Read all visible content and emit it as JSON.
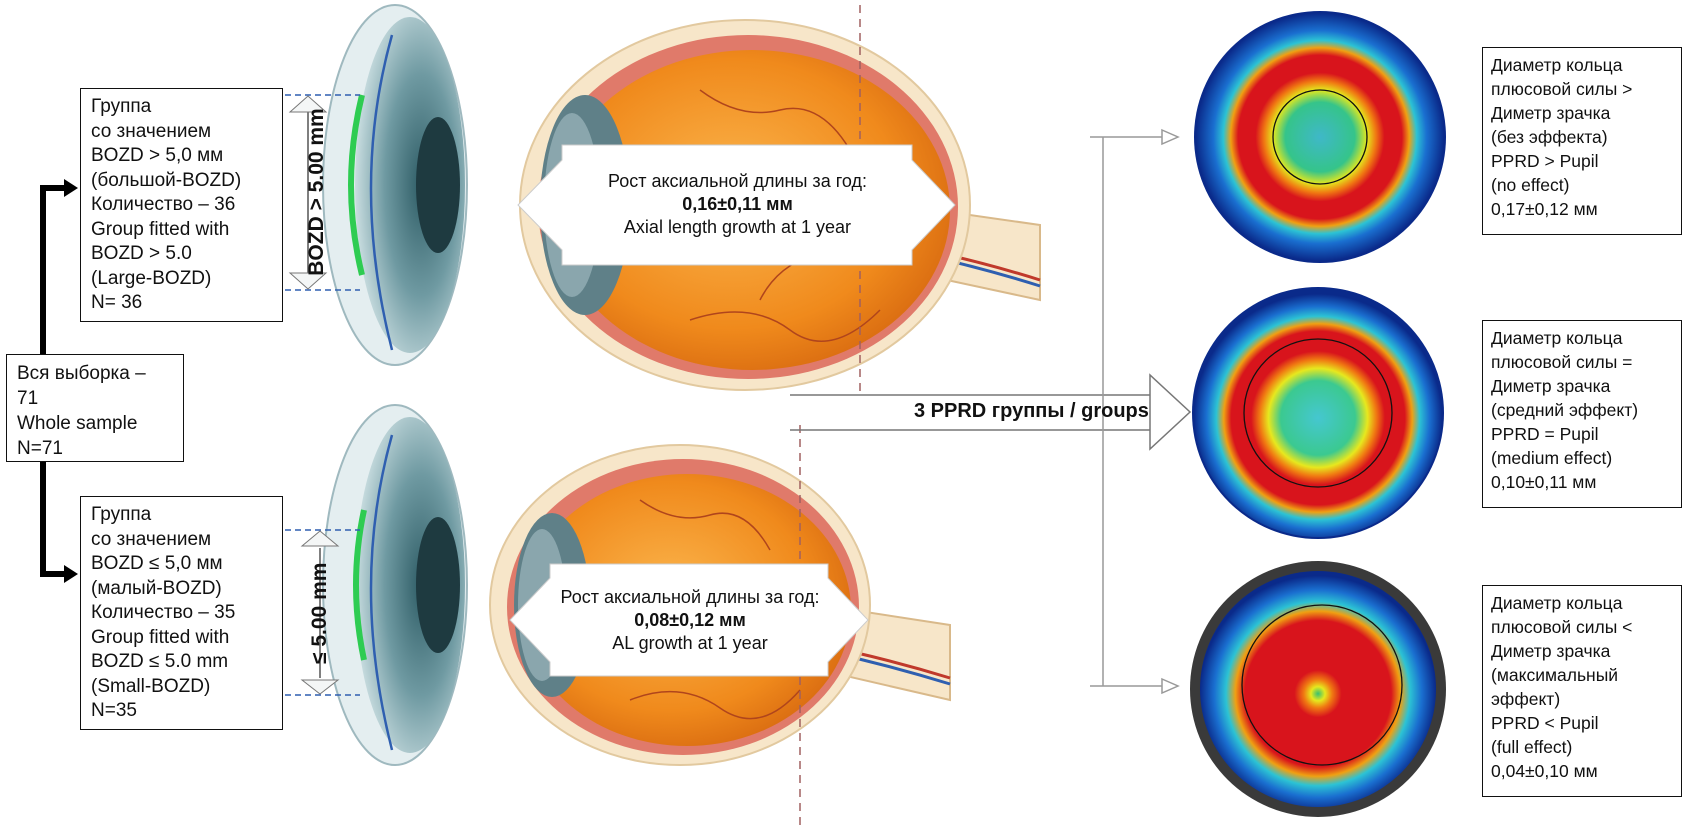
{
  "whole_sample": {
    "lines": [
      "Вся выборка –",
      "71",
      "Whole sample",
      "N=71"
    ]
  },
  "large_group": {
    "lines": [
      "Группа",
      "со значением",
      "BOZD > 5,0 мм",
      "(большой-BOZD)",
      "Количество – 36",
      "Group fitted with",
      "BOZD > 5.0",
      "(Large-BOZD)",
      "N= 36"
    ]
  },
  "small_group": {
    "lines": [
      "Группа",
      "со значением",
      "BOZD ≤ 5,0 мм",
      "(малый-BOZD)",
      "Количество – 35",
      "Group fitted with",
      "BOZD ≤ 5.0 mm",
      "(Small-BOZD)",
      "N=35"
    ]
  },
  "dimension_labels": {
    "large": "BOZD > 5.00 mm",
    "small": "≤ 5.00 mm"
  },
  "growth_large": {
    "line1": "Рост аксиальной длины за год:",
    "line2": "0,16±0,11 мм",
    "line3": "Axial length growth at 1 year"
  },
  "growth_small": {
    "line1": "Рост аксиальной длины за год:",
    "line2": "0,08±0,12 мм",
    "line3": "AL growth at 1 year"
  },
  "groups_label": "3 PPRD группы / groups",
  "pprd_groups": [
    {
      "lines": [
        "Диаметр кольца",
        "плюсовой силы >",
        "Диметр зрачка",
        "(без эффекта)",
        "PPRD > Pupil",
        "(no effect)",
        "0,17±0,12 мм"
      ]
    },
    {
      "lines": [
        "Диаметр кольца",
        "плюсовой силы =",
        "Диметр зрачка",
        "(средний эффект)",
        "PPRD = Pupil",
        "(medium effect)",
        "0,10±0,11 мм"
      ]
    },
    {
      "lines": [
        "Диаметр кольца",
        "плюсовой силы <",
        "Диметр зрачка",
        "(максимальный",
        "эффект)",
        "PPRD < Pupil",
        "(full effect)",
        "0,04±0,10 мм"
      ]
    }
  ],
  "colors": {
    "eyeball_orange": "#f39a2b",
    "sclera": "#f7e6c9",
    "topo_background": "#0a2a8a",
    "topo_red": "#d8141c",
    "cornea_teal": "#4f7d86"
  }
}
